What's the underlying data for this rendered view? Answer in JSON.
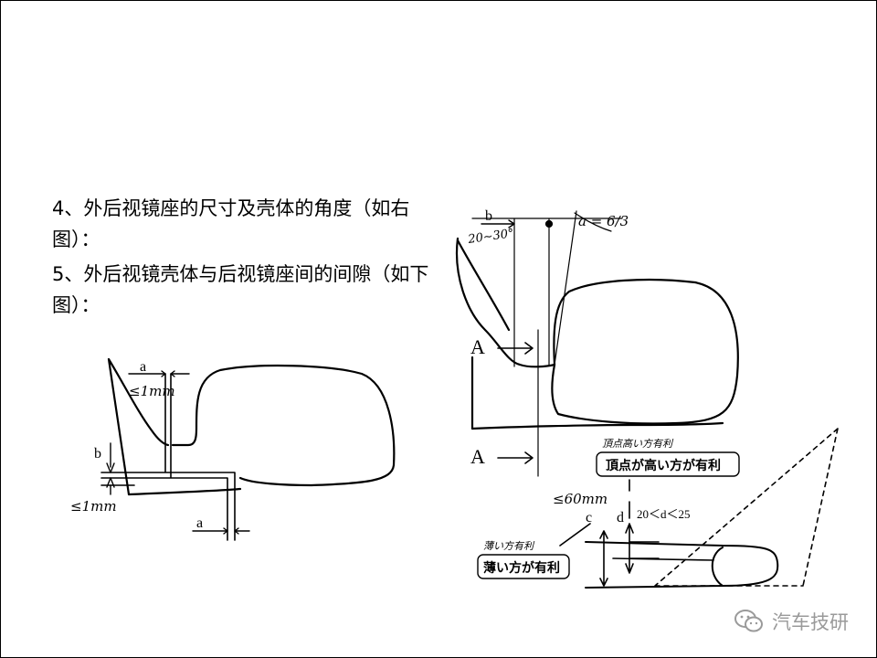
{
  "slide": {
    "item4": "4、外后视镜座的尺寸及壳体的角度（如右图）：",
    "item5": "5、外后视镜壳体与后视镜座间的间隙（如下图）："
  },
  "left_figure": {
    "label_a_top": "a",
    "label_gap_top": "≤1mm",
    "label_b": "b",
    "label_gap_left": "≤1mm",
    "label_a_bottom": "a"
  },
  "right_figure": {
    "label_b": "b",
    "label_angle": "20~30°",
    "label_a_eq": "a = 6/3",
    "label_A_upper": "A",
    "label_A_lower": "A",
    "label_max_height": "≤60mm",
    "label_c": "c",
    "label_d": "d",
    "label_d_range": "20＜d＜25",
    "note_top_jp_handwritten": "頂点高い方有利",
    "note_top": "頂点が高い方が有利",
    "note_thin_jp_handwritten": "薄い方有利",
    "note_thin": "薄い方が有利"
  },
  "watermark": {
    "text": "汽车技研",
    "icon": "wechat-icon",
    "color": "#9a9a9a"
  }
}
